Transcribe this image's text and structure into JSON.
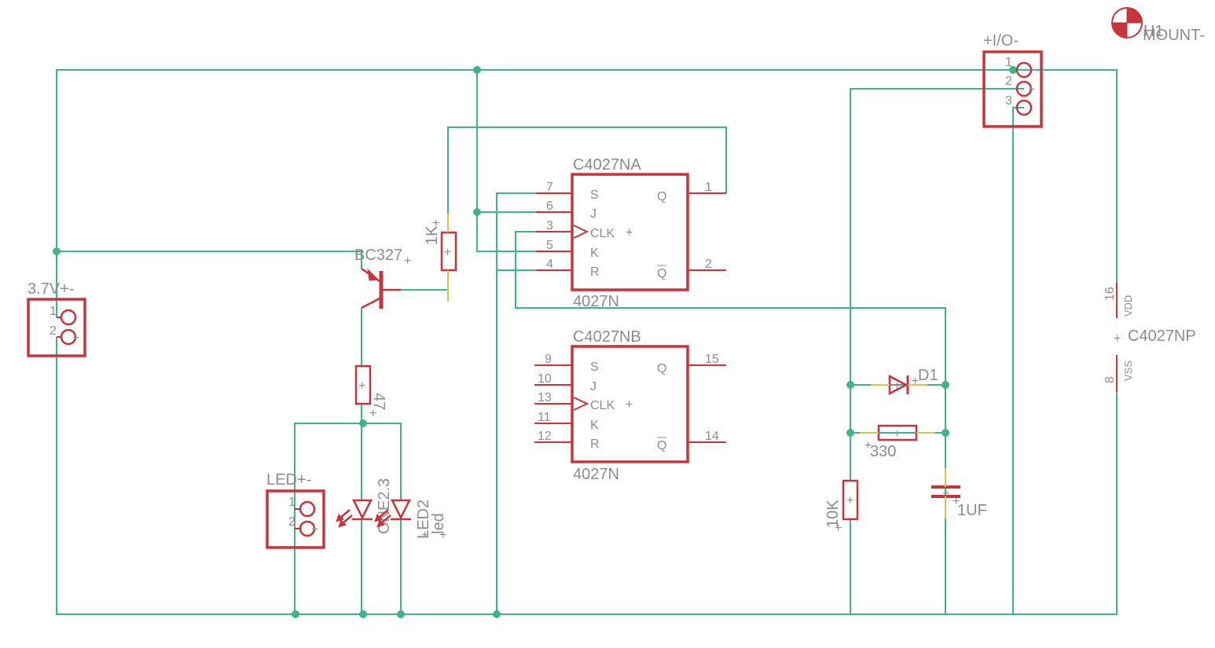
{
  "components": {
    "u1a": {
      "name": "C4027NA",
      "value": "4027N",
      "pins_left": [
        {
          "num": "7",
          "label": "S"
        },
        {
          "num": "6",
          "label": "J"
        },
        {
          "num": "3",
          "label": "CLK"
        },
        {
          "num": "5",
          "label": "K"
        },
        {
          "num": "4",
          "label": "R"
        }
      ],
      "pins_right": [
        {
          "num": "1",
          "label": "Q"
        },
        {
          "num": "2",
          "label": "Q"
        }
      ]
    },
    "u1b": {
      "name": "C4027NB",
      "value": "4027N",
      "pins_left": [
        {
          "num": "9",
          "label": "S"
        },
        {
          "num": "10",
          "label": "J"
        },
        {
          "num": "13",
          "label": "CLK"
        },
        {
          "num": "11",
          "label": "K"
        },
        {
          "num": "12",
          "label": "R"
        }
      ],
      "pins_right": [
        {
          "num": "15",
          "label": "Q"
        },
        {
          "num": "14",
          "label": "Q"
        }
      ]
    },
    "power": {
      "name": "C4027NP",
      "vdd_num": "16",
      "vdd_label": "VDD",
      "vss_num": "8",
      "vss_label": "VSS"
    },
    "battery": {
      "name": "3.7V+-",
      "pins": [
        "1",
        "2"
      ]
    },
    "led_conn": {
      "name": "LED+-",
      "pins": [
        "1",
        "2"
      ]
    },
    "io_conn": {
      "name": "+I/O-",
      "pins": [
        "1",
        "2",
        "3"
      ]
    },
    "transistor": {
      "name": "BC327"
    },
    "r_1k": {
      "value": "1K"
    },
    "r_47": {
      "value": "47"
    },
    "r_330": {
      "value": "330"
    },
    "r_10k": {
      "value": "10K"
    },
    "cap": {
      "value": "1UF"
    },
    "diode": {
      "name": "D1"
    },
    "led1": {
      "name": "ONE2.3"
    },
    "led2": {
      "name": "LED2",
      "value": "led"
    },
    "mount": {
      "name": "H1",
      "value": "MOUNT-"
    }
  },
  "colors": {
    "wire": "#3fb38c",
    "part": "#c8343c",
    "label": "#8c8c8c",
    "background": "#ffffff"
  }
}
